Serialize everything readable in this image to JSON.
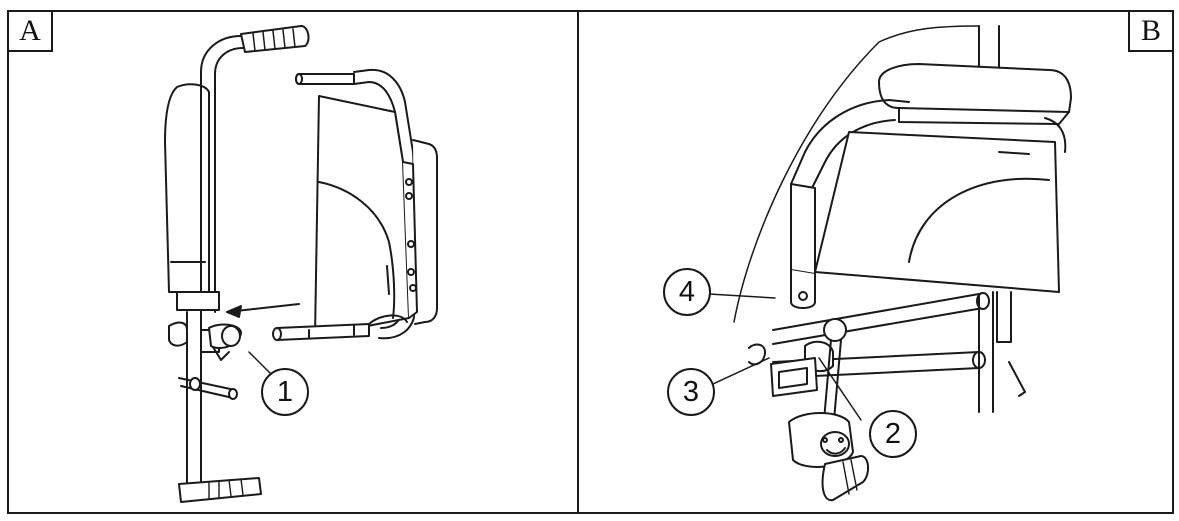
{
  "panels": [
    {
      "label": "A",
      "callouts": [
        "1"
      ]
    },
    {
      "label": "B",
      "callouts": [
        "4",
        "3",
        "2"
      ]
    }
  ],
  "colors": {
    "line": "#1a1a1a",
    "fill": "#ffffff",
    "shade": "#dcdcdc"
  }
}
